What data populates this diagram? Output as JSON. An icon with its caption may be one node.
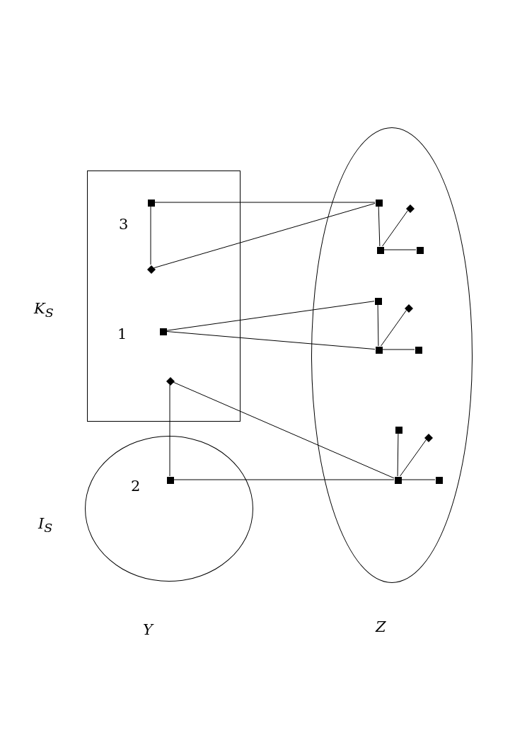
{
  "diagram": {
    "nodes": [
      {
        "text": [
          "K$_{S}$"
        ]
      },
      {
        "text": [
          "I$_{S}$"
        ]
      },
      {
        "text": [
          "Z"
        ]
      },
      {
        "text": [],
        "shape": "square",
        "in": 0
      },
      {
        "text": [],
        "shape": "diamond",
        "in": 0
      },
      {
        "text": [],
        "shape": "square",
        "in": 0
      },
      {
        "text": [],
        "shape": "diamond",
        "in": 0
      },
      {
        "text": [],
        "shape": "square",
        "in": 1
      },
      {
        "text": [],
        "shape": "square",
        "in": 2
      },
      {
        "text": [],
        "shape": "diamond",
        "in": 2
      },
      {
        "text": [],
        "shape": "square",
        "in": 2
      },
      {
        "text": [],
        "shape": "square",
        "in": 2
      },
      {
        "text": [],
        "shape": "square",
        "in": 2
      },
      {
        "text": [],
        "shape": "diamond",
        "in": 2
      },
      {
        "text": [],
        "shape": "square",
        "in": 2
      },
      {
        "text": [],
        "shape": "square",
        "in": 2
      },
      {
        "text": [],
        "shape": "square",
        "in": 2
      },
      {
        "text": [],
        "shape": "diamond",
        "in": 2
      },
      {
        "text": [],
        "shape": "square",
        "in": 2
      },
      {
        "text": [],
        "shape": "square",
        "in": 2
      }
    ],
    "edges": [
      {
        "from": 3,
        "to": 8,
        "arrow": "none"
      },
      {
        "from": 3,
        "to": 4,
        "arrow": "none"
      },
      {
        "from": 4,
        "to": 8,
        "arrow": "none"
      },
      {
        "from": 8,
        "to": 10,
        "arrow": "none"
      },
      {
        "from": 10,
        "to": 9,
        "arrow": "none"
      },
      {
        "from": 10,
        "to": 11,
        "arrow": "none"
      },
      {
        "from": 5,
        "to": 12,
        "arrow": "none"
      },
      {
        "from": 5,
        "to": 14,
        "arrow": "none"
      },
      {
        "from": 12,
        "to": 14,
        "arrow": "none"
      },
      {
        "from": 14,
        "to": 13,
        "arrow": "none"
      },
      {
        "from": 14,
        "to": 15,
        "arrow": "none"
      },
      {
        "from": 6,
        "to": 7,
        "arrow": "none"
      },
      {
        "from": 6,
        "to": 18,
        "arrow": "none"
      },
      {
        "from": 7,
        "to": 18,
        "arrow": "none"
      },
      {
        "from": 18,
        "to": 16,
        "arrow": "none"
      },
      {
        "from": 18,
        "to": 17,
        "arrow": "none"
      },
      {
        "from": 18,
        "to": 19,
        "arrow": "none"
      }
    ],
    "labels": [
      "3",
      "1",
      "2",
      "Y"
    ]
  }
}
